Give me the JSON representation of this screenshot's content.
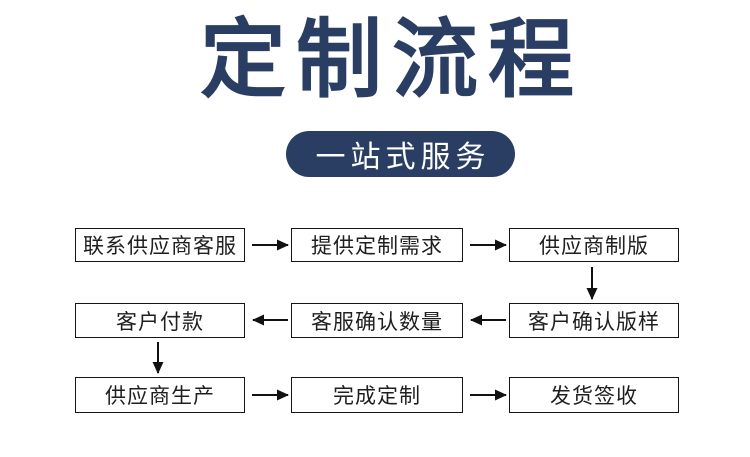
{
  "header": {
    "title": "定制流程",
    "subtitle": "一站式服务"
  },
  "colors": {
    "navy": "#2a3e63",
    "box_border": "#151515",
    "text": "#1f1f1f",
    "arrow": "#111111",
    "background": "#ffffff",
    "subtitle_text": "#ffffff"
  },
  "icons": {
    "arrow_right": "→",
    "arrow_left": "←",
    "arrow_down": "↓"
  },
  "flowchart": {
    "rows": [
      {
        "direction": "right",
        "steps": [
          "联系供应商客服",
          "提供定制需求",
          "供应商制版"
        ]
      },
      {
        "direction": "left",
        "steps": [
          "客户付款",
          "客服确认数量",
          "客户确认版样"
        ]
      },
      {
        "direction": "right",
        "steps": [
          "供应商生产",
          "完成定制",
          "发货签收"
        ]
      }
    ],
    "sequence": [
      "联系供应商客服",
      "提供定制需求",
      "供应商制版",
      "客户确认版样",
      "客服确认数量",
      "客户付款",
      "供应商生产",
      "完成定制",
      "发货签收"
    ]
  }
}
